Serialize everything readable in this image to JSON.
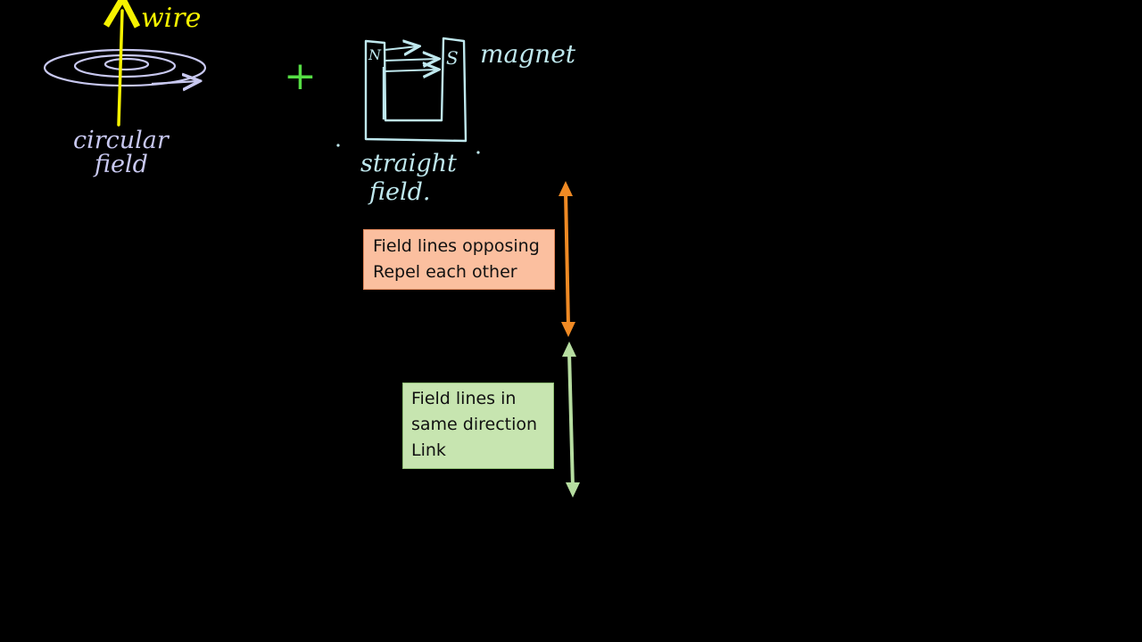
{
  "wire_sketch": {
    "wire_label": "wire",
    "field_label_line1": "circular",
    "field_label_line2": "field",
    "wire_color": "#f5f200",
    "field_color": "#c8c8f0"
  },
  "plus_sign": {
    "symbol": "+",
    "color": "#55dd44"
  },
  "magnet_sketch": {
    "label": "magnet",
    "north_pole": "N",
    "south_pole": "S",
    "field_label_line1": "straight",
    "field_label_line2": "field.",
    "color": "#bfe8ee"
  },
  "boxes": {
    "repel": {
      "line1": "Field lines opposing",
      "line2": "Repel each other",
      "fill": "#fbbf9f",
      "arrow_color": "#f08a24"
    },
    "link": {
      "line1": "Field lines in",
      "line2": "same direction",
      "line3": "Link",
      "fill": "#c7e5b0",
      "arrow_color": "#b6dda0"
    }
  }
}
